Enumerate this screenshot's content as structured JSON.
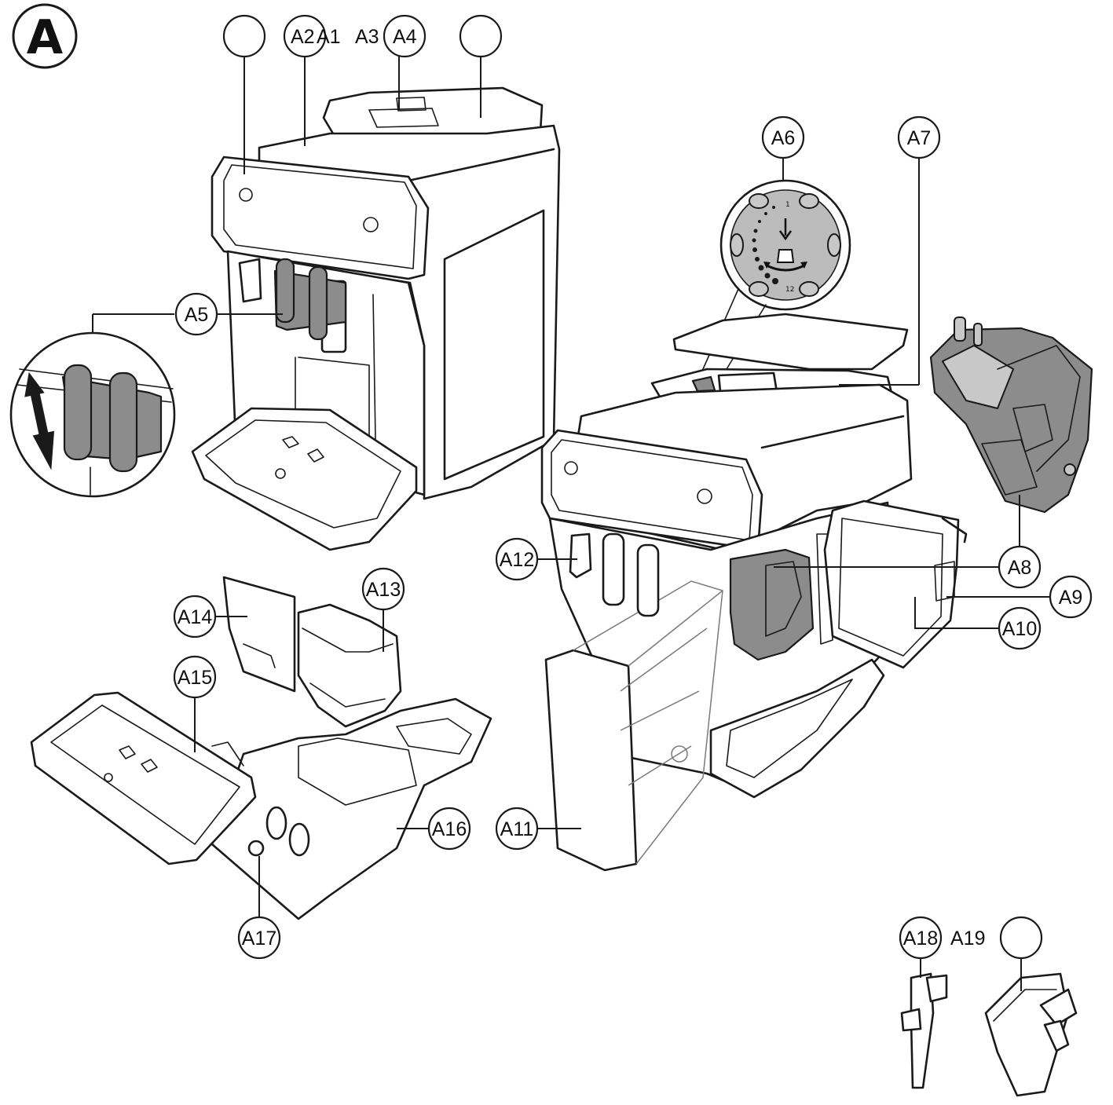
{
  "figure": {
    "section_badge": "A",
    "labels": {
      "a1": "A1",
      "a2": "A2",
      "a3": "A3",
      "a4": "A4",
      "a5": "A5",
      "a6": "A6",
      "a7": "A7",
      "a8": "A8",
      "a9": "A9",
      "a10": "A10",
      "a11": "A11",
      "a12": "A12",
      "a13": "A13",
      "a14": "A14",
      "a15": "A15",
      "a16": "A16",
      "a17": "A17",
      "a18": "A18",
      "a19": "A19"
    },
    "dial_marks": {
      "top": "1",
      "bottom": "12"
    }
  }
}
